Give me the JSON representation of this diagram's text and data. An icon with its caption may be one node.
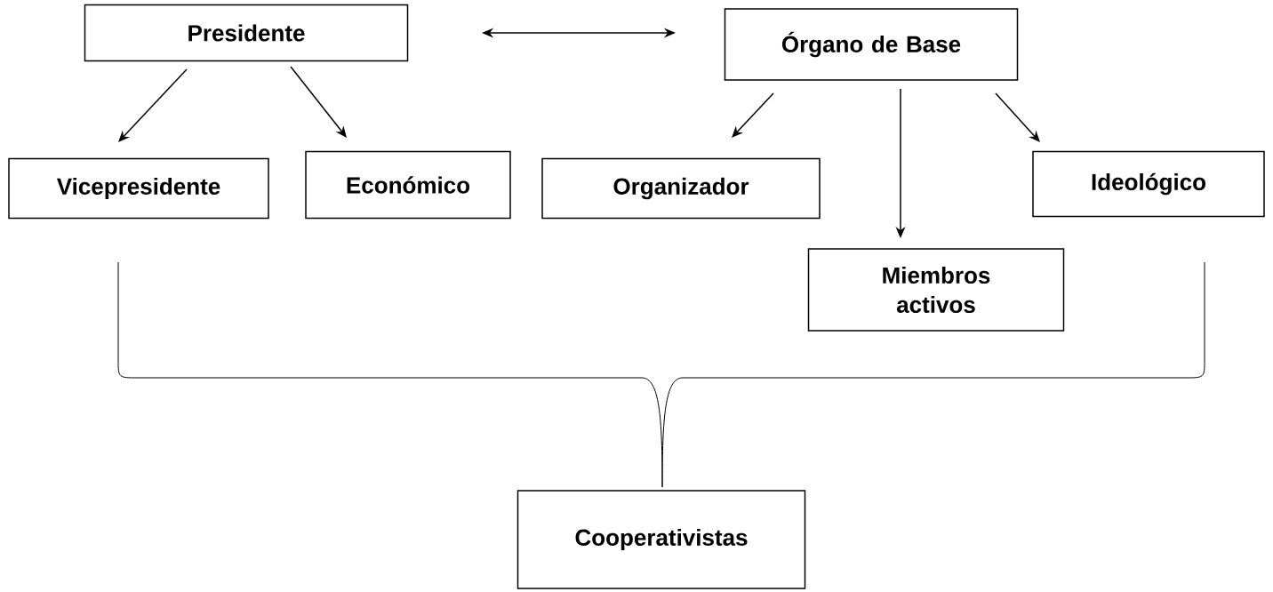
{
  "diagram": {
    "nodes": [
      {
        "text": [
          "Presidente"
        ]
      },
      {
        "text": [
          "Órgano de Base"
        ]
      },
      {
        "text": [
          "Vicepresidente"
        ]
      },
      {
        "text": [
          "Económico"
        ]
      },
      {
        "text": [
          "Organizador"
        ]
      },
      {
        "text": [
          "Ideológico"
        ]
      },
      {
        "text": [
          "Miembros activos"
        ]
      },
      {
        "text": [
          "Cooperativistas"
        ]
      }
    ],
    "edges": [
      {
        "from": 0,
        "to": 1,
        "arrow": "both"
      },
      {
        "from": 0,
        "to": 2,
        "arrow": "to"
      },
      {
        "from": 0,
        "to": 3,
        "arrow": "to"
      },
      {
        "from": 1,
        "to": 4,
        "arrow": "to"
      },
      {
        "from": 1,
        "to": 6,
        "arrow": "to"
      },
      {
        "from": 1,
        "to": 5,
        "arrow": "to"
      }
    ]
  }
}
